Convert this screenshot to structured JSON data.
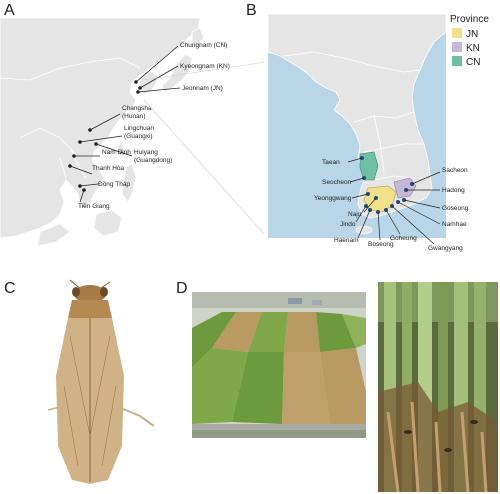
{
  "panels": {
    "a": "A",
    "b": "B",
    "c": "C",
    "d": "D"
  },
  "map_a": {
    "sites": [
      {
        "label": "Chungnam (CN)"
      },
      {
        "label": "Kyeongnam (KN)"
      },
      {
        "label": "Jeonnam (JN)"
      },
      {
        "label": "Changsha"
      },
      {
        "label": "(Hunan)"
      },
      {
        "label": "Lingchuan"
      },
      {
        "label": "(Guangxi)"
      },
      {
        "label": "Huiyang"
      },
      {
        "label": "(Guangdong)"
      },
      {
        "label": "Nam Định"
      },
      {
        "label": "Thanh Hóa"
      },
      {
        "label": "Đồng Tháp"
      },
      {
        "label": "Tiền Giang"
      }
    ]
  },
  "map_b": {
    "legend_title": "Province",
    "legend": [
      {
        "label": "JN",
        "color": "#f3e08a"
      },
      {
        "label": "KN",
        "color": "#c8b8d8"
      },
      {
        "label": "CN",
        "color": "#6fbfa4"
      }
    ],
    "sites": [
      {
        "label": "Taean"
      },
      {
        "label": "Seocheon"
      },
      {
        "label": "Sacheon"
      },
      {
        "label": "Hadong"
      },
      {
        "label": "Yeonggwang"
      },
      {
        "label": "Naju"
      },
      {
        "label": "Jindo"
      },
      {
        "label": "Goseong"
      },
      {
        "label": "Namhae"
      },
      {
        "label": "Haenam"
      },
      {
        "label": "Boseong"
      },
      {
        "label": "Goheung"
      },
      {
        "label": "Gwangyang"
      }
    ]
  },
  "colors": {
    "sea": "#b9d6e8",
    "land": "#e5e5e5",
    "border": "#ffffff",
    "field_green": "#6d9a3c",
    "field_brown": "#b89a62"
  }
}
